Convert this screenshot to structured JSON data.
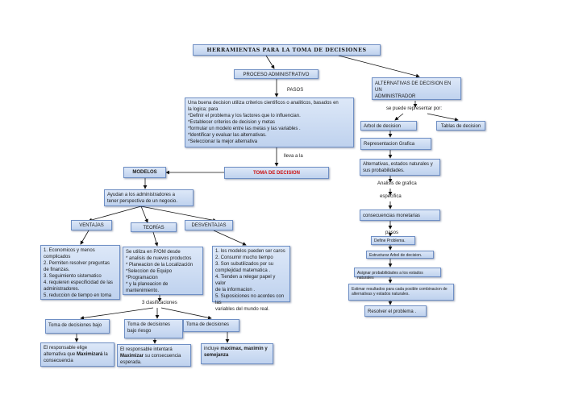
{
  "title": "HERRAMIENTAS PARA LA TOMA DE DECISIONES",
  "proceso": {
    "label": "PROCESO ADMINISTRATIVO",
    "pasos_label": "PASOS",
    "text": "Una buena decision  utiliza criterios cientificos  o analiticos, basados en\nla logica; para\n*Definir el problema y los  factores que lo influencian.\n*Establecer criterios  de decision y metas\n*formular un modelo entre  las metas y las variables .\n*Identificar y evaluar  las alternativas.\n*Seleccionar la mejor alternativa",
    "lleva_label": "lleva a la"
  },
  "toma": {
    "label": "TOMA DE DECISION",
    "modelos_label": "MODELOS",
    "ayudan": "Ayudan a los administradores  a\ntener perspectiva de un negocio."
  },
  "ventajas": {
    "label": "VENTAJAS",
    "text": "1. Economicos y menos\ncomplicados\n2. Permiten resolver preguntas\nde finanzas.\n3. Seguimiento sistematico\n4. requieren especificidad de las\nadministradores.\n5. reduccion de tiempo en toma"
  },
  "teorias": {
    "label": "TEORÍAS",
    "text": "Se utiliza  en P/OM desde\n* analisis de nuevos productos\n* Planeacion de la Localización\n*Seleccion de Equipo\n*Programacion\n* y la planeacion de\nmantenimiento.",
    "clasificaciones": "3 clasificaciones"
  },
  "desventajas": {
    "label": "DESVENTAJAS",
    "text": "1. los modelos pueden ser caros\n2. Consumir mucho tiempo\n3. Son subutilizados por su\ncomplejidad matematica .\n4. Tienden a relegar papel y valor\nde la informacion .\n5. Suposiciones no acordes  con las\nvariables del mundo real."
  },
  "bajo": {
    "label": "Toma de decisiones  bajo",
    "text_pre": "El responsable  elige\nalternativa que ",
    "text_bold": "Maximizará",
    "text_post": " la\nconsecuencia"
  },
  "riesgo": {
    "label": "Toma de decisiones\nbajo riesgo",
    "text_pre": "El responsable intentará\n",
    "text_bold": "Maximizar",
    "text_post": " su consecuencia\nesperada."
  },
  "tercera": {
    "label": "Toma de decisiones",
    "text_pre": "incluye  ",
    "text_bold": "maximax, maximin y\nsemejanza",
    "text_post": ""
  },
  "alternativas": {
    "label": "ALTERNATIVAS DE DECISION EN UN\nADMINISTRADOR",
    "representar": "se puede representar por:",
    "arbol": "Arbol de decision",
    "tablas": "Tablas de decision",
    "grafica": "Representacion Grafica",
    "estados": "Alternativas, estados naturales  y\nsus probabilidades.",
    "analisis": "Analisis de grafica",
    "especifica": "especifica",
    "consecuencias": "consecuencias monetarias",
    "pasos": "pasos",
    "step1": "Define Problema.",
    "step2": "Estructurar Arbol de decision.",
    "step3": "Asignar probabilidades a los estados naturales",
    "step4": "Estimar resultados para cada posible combinacion de\nalternativas y estados naturales.",
    "step5": "Resolver el problema ."
  }
}
